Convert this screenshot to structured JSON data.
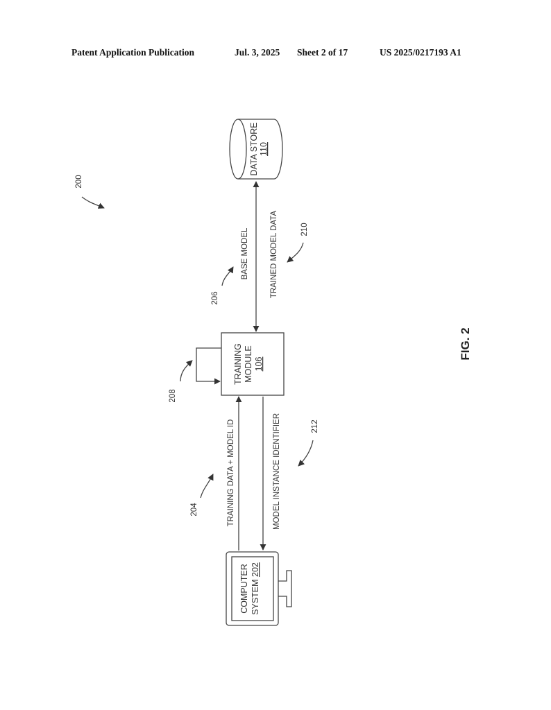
{
  "header": {
    "publication": "Patent Application Publication",
    "date": "Jul. 3, 2025",
    "sheet": "Sheet 2 of 17",
    "number": "US 2025/0217193 A1"
  },
  "figure": {
    "ref_number": "200",
    "caption": "FIG. 2",
    "nodes": {
      "data_store": {
        "line1": "DATA STORE",
        "ref": "110"
      },
      "training_module": {
        "line1": "TRAINING",
        "line2": "MODULE",
        "ref": "106"
      },
      "computer_system": {
        "line1": "COMPUTER",
        "line2_prefix": "SYSTEM ",
        "ref": "202"
      }
    },
    "edges": {
      "base_model": {
        "label": "BASE MODEL",
        "ref": "206"
      },
      "trained_model_data": {
        "label": "TRAINED MODEL DATA",
        "ref": "210"
      },
      "training_data_model_id": {
        "label": "TRAINING DATA + MODEL ID",
        "ref": "204"
      },
      "model_instance_identifier": {
        "label": "MODEL INSTANCE IDENTIFIER",
        "ref": "212"
      },
      "self_loop": {
        "ref": "208"
      }
    }
  }
}
